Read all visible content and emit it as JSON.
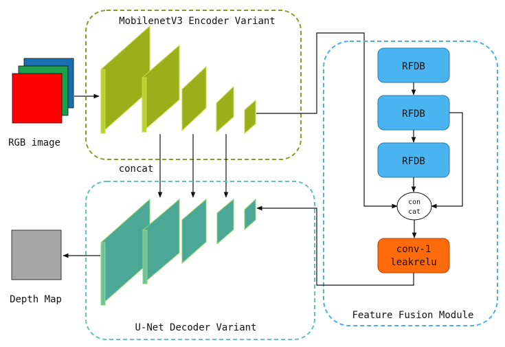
{
  "input": {
    "label": "RGB image"
  },
  "output": {
    "label": "Depth Map"
  },
  "encoder": {
    "title": "MobilenetV3 Encoder Variant"
  },
  "decoder": {
    "title": "U-Net Decoder Variant"
  },
  "fusion": {
    "title": "Feature Fusion Module",
    "rfdb_labels": [
      "RFDB",
      "RFDB",
      "RFDB"
    ],
    "concat_top": "con",
    "concat_bottom": "cat",
    "conv_line1": "conv-1",
    "conv_line2": "leakrelu"
  },
  "skip_label": "concat",
  "colors": {
    "encoder_fill": "#9aaf1a",
    "decoder_fill": "#4ba896",
    "rfdb_fill": "#4ab4f0",
    "conv_fill": "#ff6a0a",
    "encoder_box": "#8a9a2a",
    "decoder_box": "#5ec4b4",
    "fusion_box": "#4aaee8"
  }
}
